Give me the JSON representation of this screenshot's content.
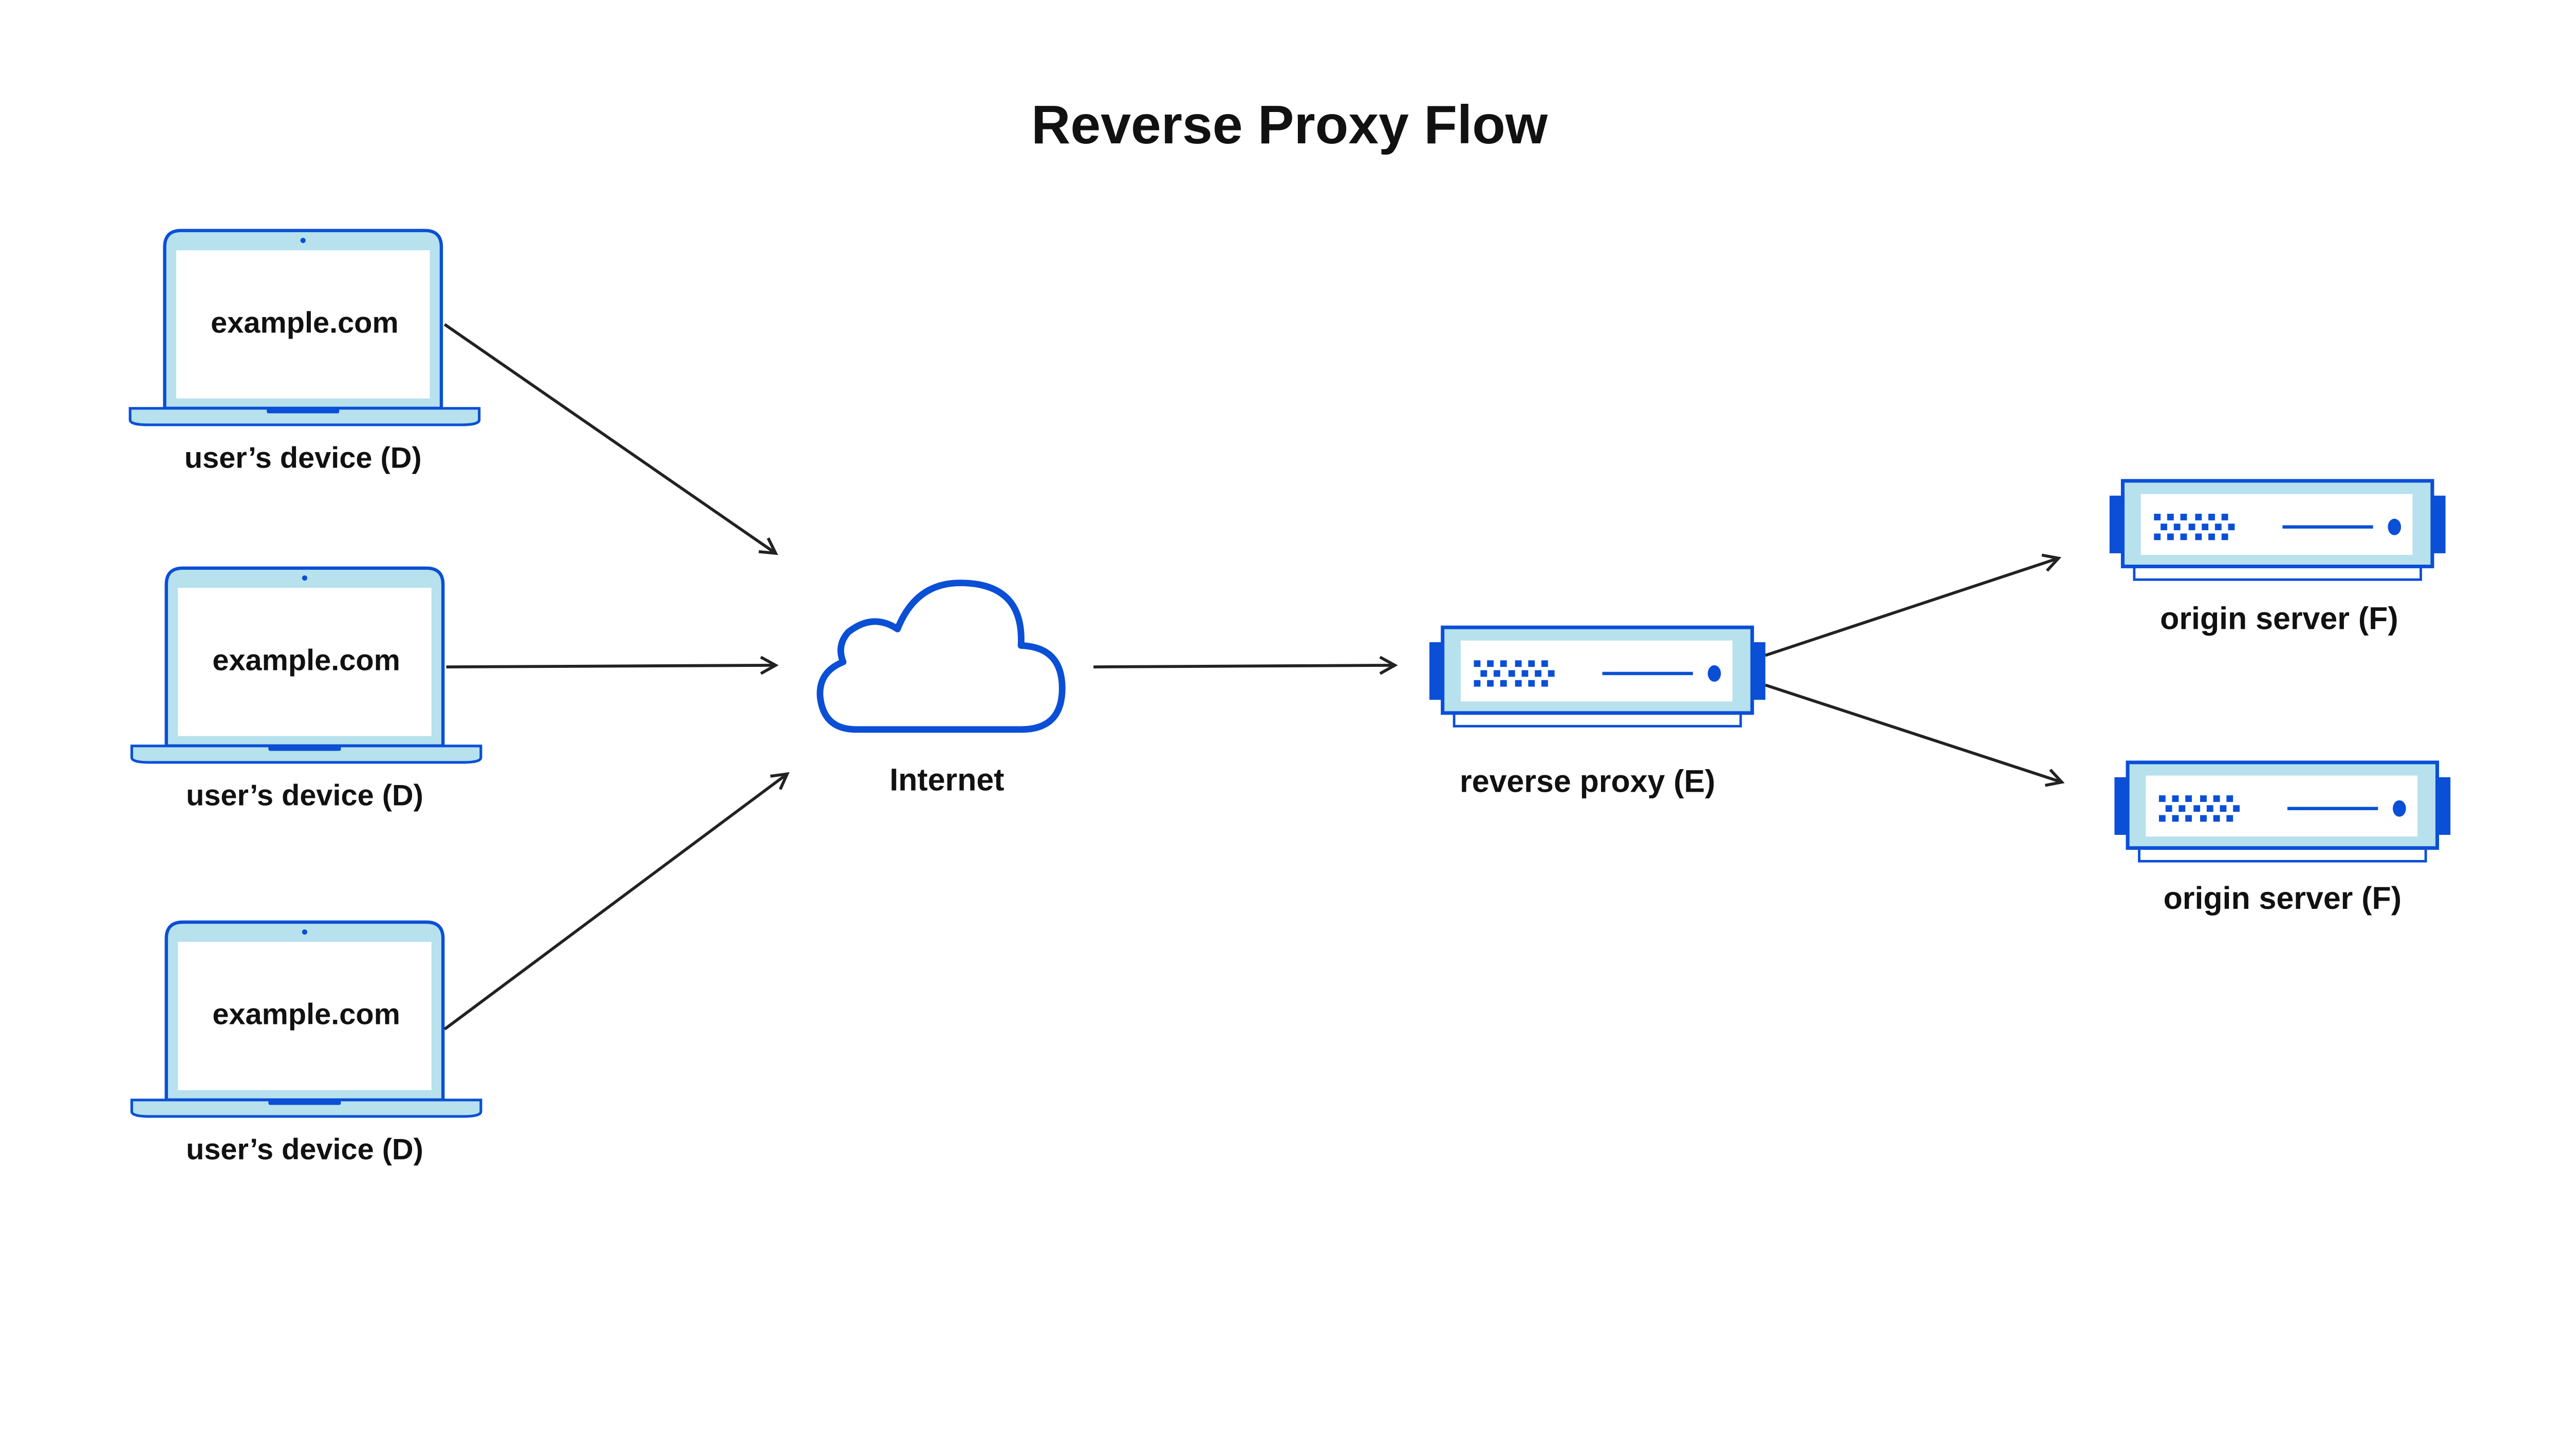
{
  "title": "Reverse Proxy Flow",
  "colors": {
    "outline": "#0a4fd6",
    "fill": "#b6e1ed",
    "arrow": "#222222"
  },
  "devices": [
    {
      "screen_text": "example.com",
      "label": "user’s device (D)",
      "icon": "laptop-icon"
    },
    {
      "screen_text": "example.com",
      "label": "user’s device (D)",
      "icon": "laptop-icon"
    },
    {
      "screen_text": "example.com",
      "label": "user’s device (D)",
      "icon": "laptop-icon"
    }
  ],
  "internet": {
    "label": "Internet",
    "icon": "cloud-icon"
  },
  "proxy": {
    "label": "reverse proxy (E)",
    "icon": "server-icon"
  },
  "origins": [
    {
      "label": "origin server (F)",
      "icon": "server-icon"
    },
    {
      "label": "origin server (F)",
      "icon": "server-icon"
    }
  ]
}
